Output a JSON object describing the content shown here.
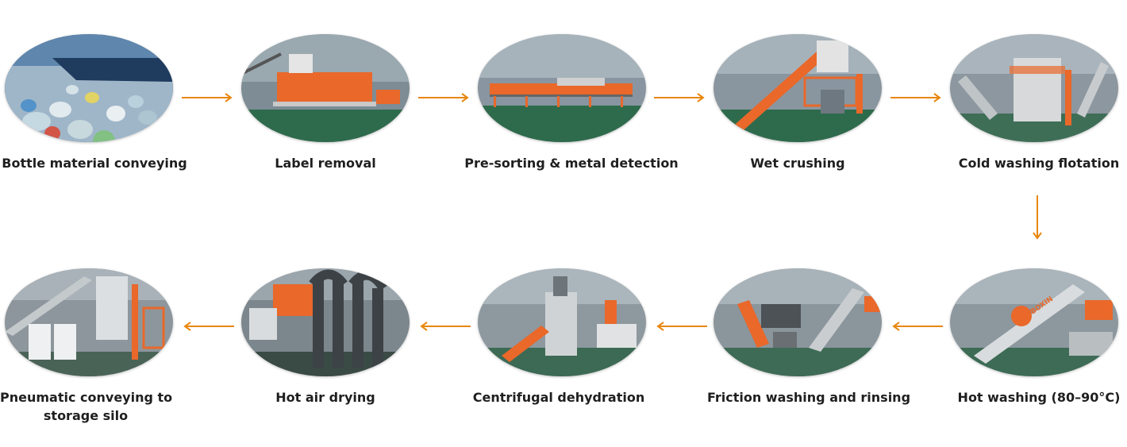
{
  "steps": [
    {
      "label": "Bottle material conveying",
      "image": "plastic-bottles-conveyor-photo"
    },
    {
      "label": "Label removal",
      "image": "label-removal-machine-photo"
    },
    {
      "label": "Pre-sorting & metal detection",
      "image": "sorting-conveyor-photo"
    },
    {
      "label": "Wet crushing",
      "image": "wet-crusher-photo"
    },
    {
      "label": "Cold washing flotation",
      "image": "flotation-tank-photo"
    },
    {
      "label": "Hot washing (80–90°C)",
      "image": "hot-washing-tank-photo"
    },
    {
      "label": "Friction washing and rinsing",
      "image": "friction-washer-photo"
    },
    {
      "label": "Centrifugal dehydration",
      "image": "centrifugal-dryer-photo"
    },
    {
      "label": "Hot air drying",
      "image": "hot-air-dryer-pipes-photo"
    },
    {
      "label": "Pneumatic conveying to storage silo",
      "label_line1": "Pneumatic conveying to",
      "label_line2": "storage silo",
      "image": "storage-silo-photo"
    }
  ],
  "brand_text": "BOXIN",
  "colors": {
    "arrow": "#e8870f",
    "machine_orange": "#e9682a",
    "floor_green": "#2e6b4c"
  }
}
